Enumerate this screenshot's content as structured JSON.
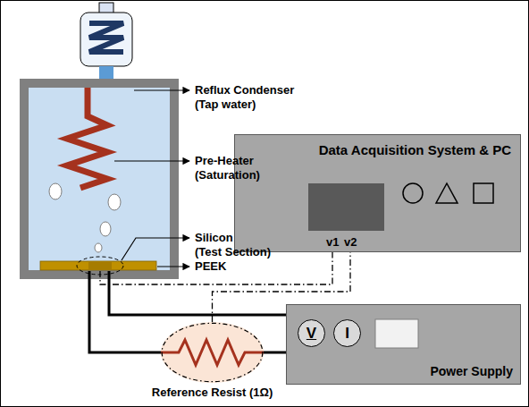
{
  "diagram": {
    "nodes": [
      {
        "text": [
          "Data Acquisition System & PC"
        ]
      },
      {
        "text": [
          "Power Supply"
        ]
      },
      {
        "text": [
          "V"
        ],
        "in": 1
      },
      {
        "text": [
          "I"
        ],
        "in": 1
      },
      {
        "text": [
          "Reference Resist (1Ω)"
        ]
      }
    ],
    "edges": [
      {
        "from": 4,
        "to": 1,
        "arrow": "none"
      },
      {
        "from": 4,
        "to": 0,
        "arrow": "none"
      }
    ],
    "labels": [
      "Reflux Condenser (Tap water)",
      "Pre-Heater (Saturation)",
      "Silicon (Test Section)",
      "PEEK",
      "v1",
      "v2"
    ]
  }
}
